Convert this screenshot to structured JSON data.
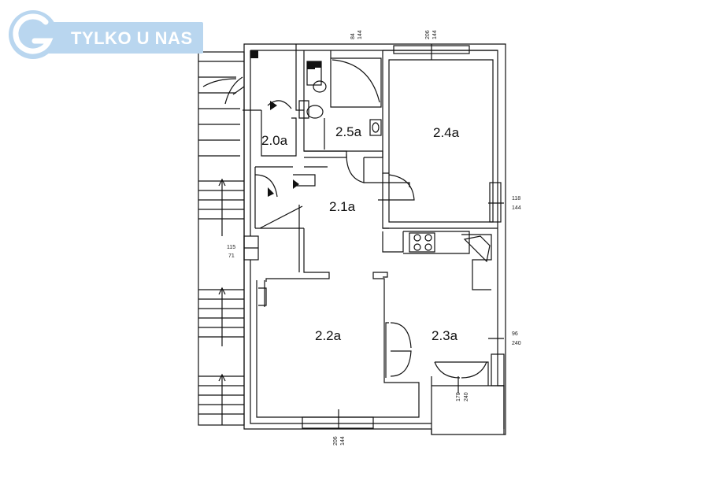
{
  "badge": {
    "text": "TYLKO U NAS",
    "color": "#b9d6ef"
  },
  "rooms": [
    "2.0a",
    "2.1a",
    "2.2a",
    "2.3a",
    "2.4a",
    "2.5a"
  ],
  "dimensions": {
    "bath_window_top": "84",
    "bath_window_bottom": "144",
    "room24_window_top": "206",
    "room24_window_bottom": "144",
    "room24_side_top": "118",
    "room24_side_bottom": "144",
    "stair_window_top": "115",
    "stair_window_bottom": "71",
    "room23_side_top": "96",
    "room23_side_bottom": "240",
    "balcony_door_top": "170",
    "balcony_door_bottom": "240",
    "room22_window_top": "206",
    "room22_window_bottom": "144"
  }
}
